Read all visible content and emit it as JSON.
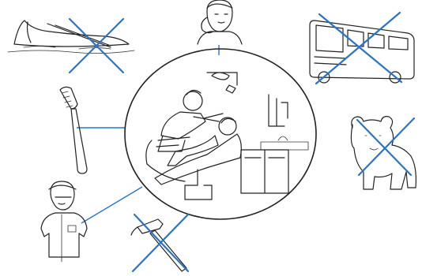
{
  "colors": {
    "cross": "#2a74c6",
    "connector": "#2a74c6",
    "ink": "#222222"
  },
  "center": {
    "name": "dentist-treating-child",
    "icon": "dentist-chair-icon"
  },
  "items": [
    {
      "name": "canoe",
      "icon": "canoe-icon",
      "linked": false,
      "crossed": true
    },
    {
      "name": "boy-with-toothache",
      "icon": "boy-toothache-icon",
      "linked": true,
      "crossed": false
    },
    {
      "name": "bus",
      "icon": "bus-icon",
      "linked": false,
      "crossed": true
    },
    {
      "name": "toothbrush",
      "icon": "toothbrush-icon",
      "linked": true,
      "crossed": false
    },
    {
      "name": "bear",
      "icon": "bear-icon",
      "linked": false,
      "crossed": true
    },
    {
      "name": "dental-assistant",
      "icon": "dental-assistant-icon",
      "linked": true,
      "crossed": false
    },
    {
      "name": "hammer",
      "icon": "hammer-icon",
      "linked": false,
      "crossed": true
    }
  ]
}
